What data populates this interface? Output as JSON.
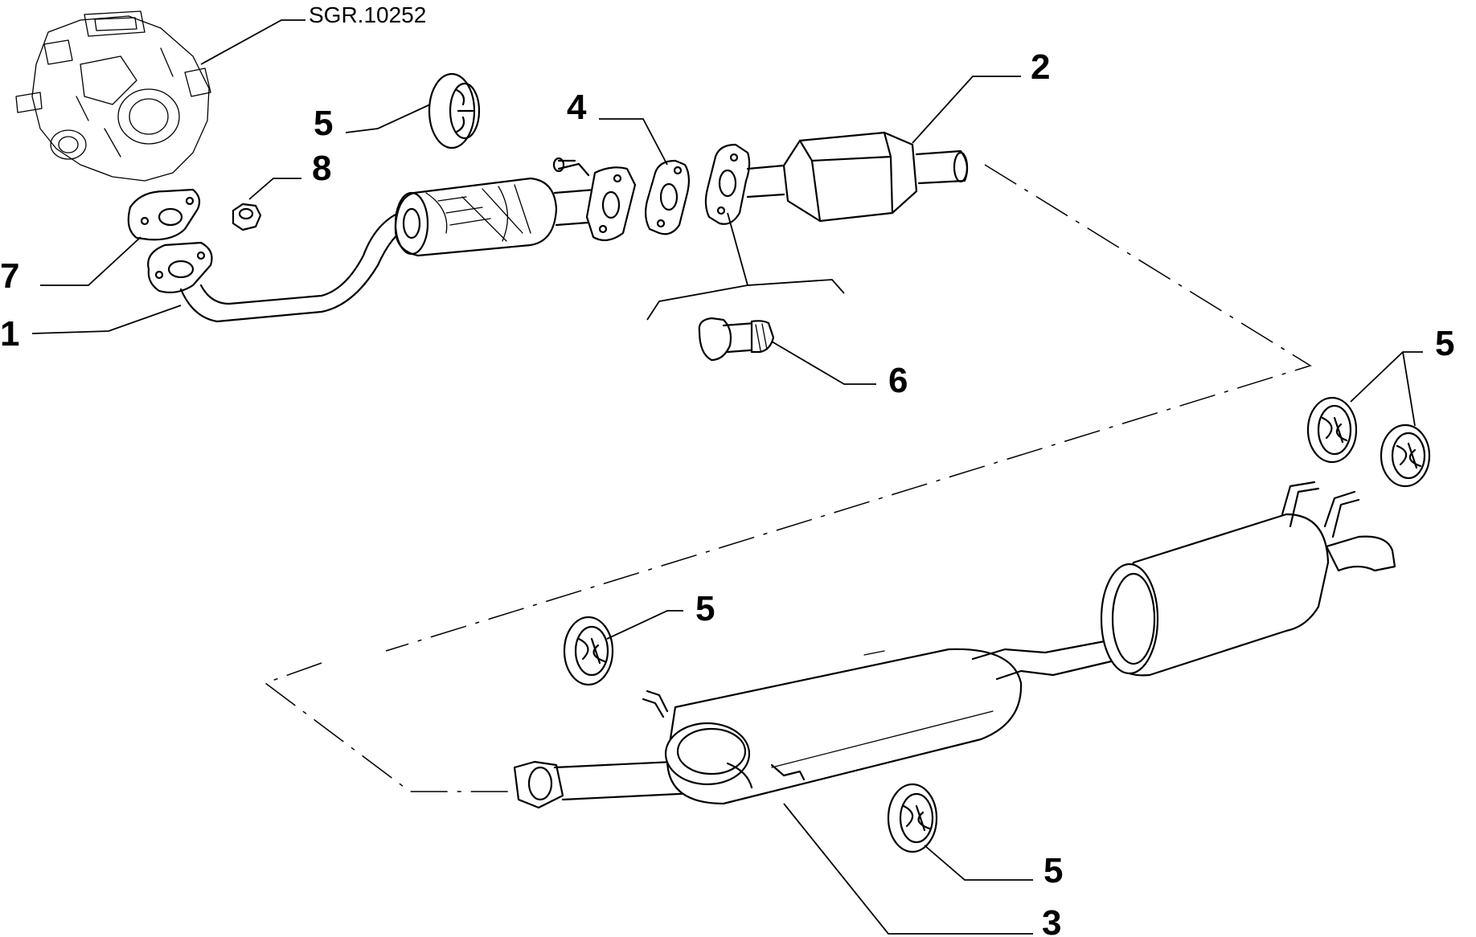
{
  "diagram": {
    "reference_code": "SGR.10252",
    "callouts": {
      "exhaust_pipe": "1",
      "catalytic_converter": "2",
      "silencer_assembly": "3",
      "gasket": "4",
      "rubber_mount": "5",
      "flange_bolt": "6",
      "manifold_gasket": "7",
      "nut": "8"
    }
  }
}
